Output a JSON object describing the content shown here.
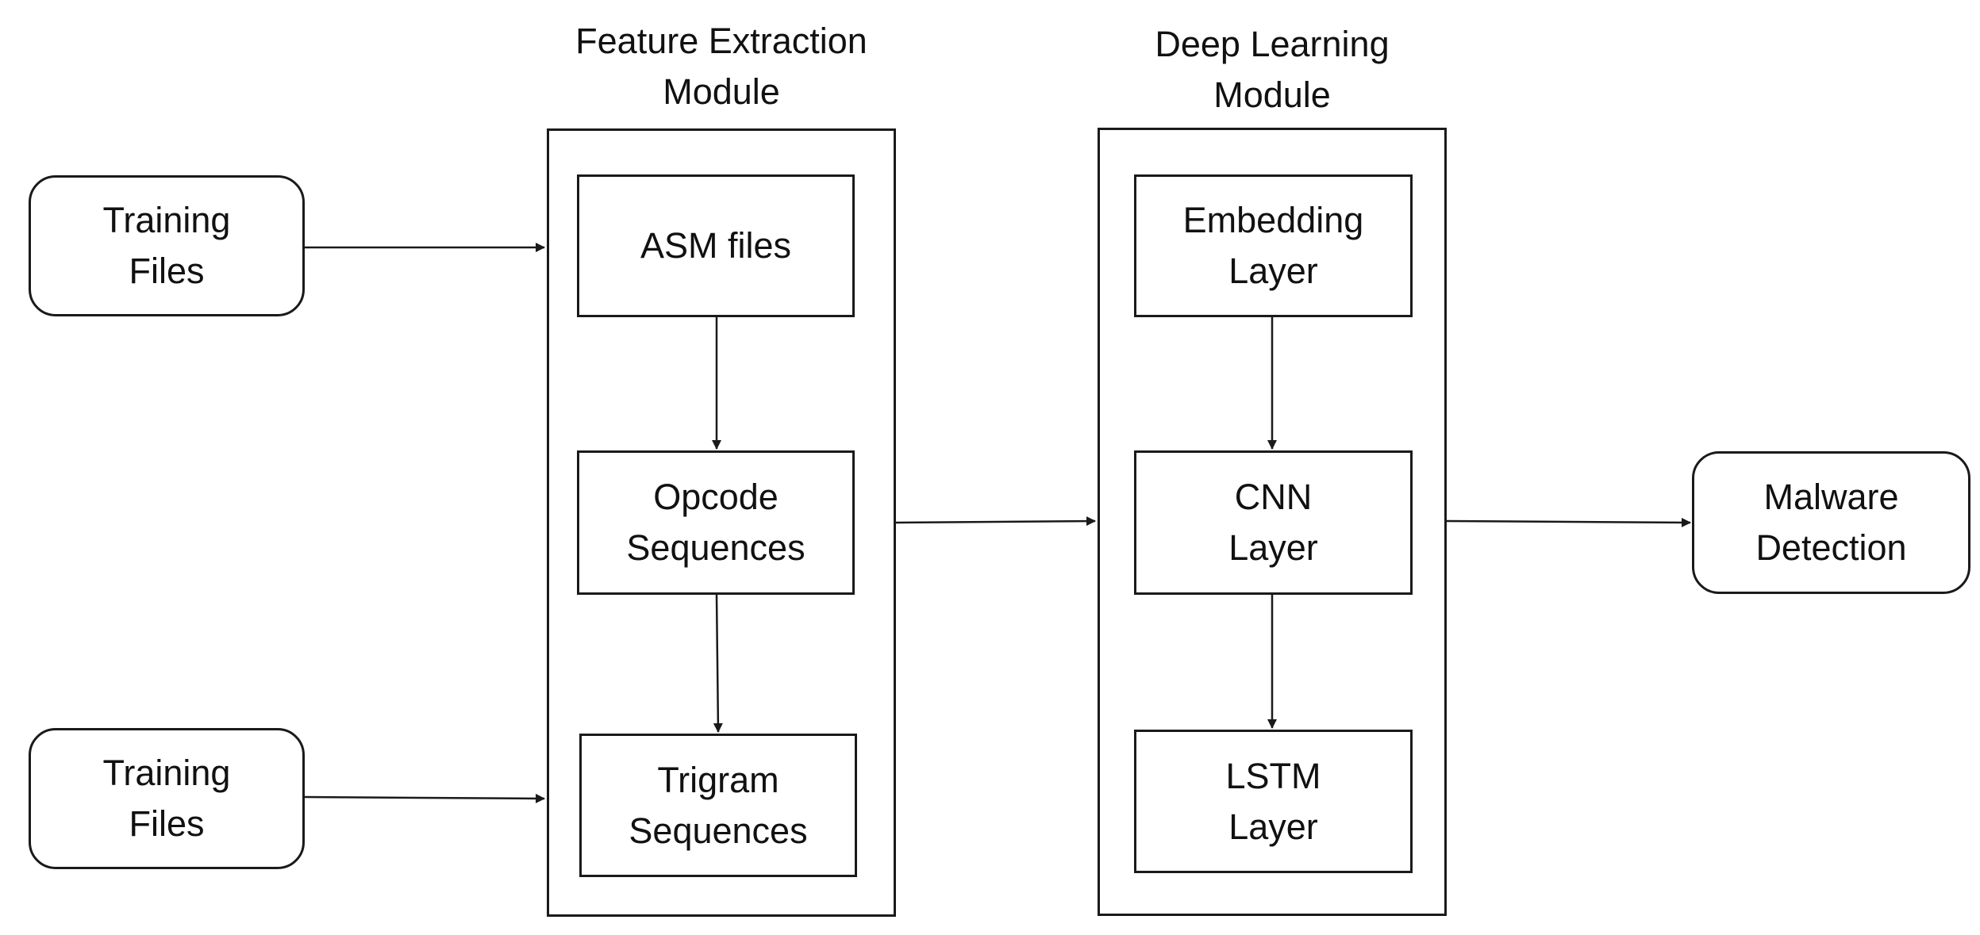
{
  "modules": {
    "feature_extraction": {
      "title": "Feature Extraction\nModule",
      "steps": [
        "ASM files",
        "Opcode\nSequences",
        "Trigram\nSequences"
      ]
    },
    "deep_learning": {
      "title": "Deep Learning\nModule",
      "steps": [
        "Embedding\nLayer",
        "CNN\nLayer",
        "LSTM\nLayer"
      ]
    }
  },
  "inputs": [
    "Training\nFiles",
    "Training\nFiles"
  ],
  "output": "Malware\nDetection",
  "colors": {
    "stroke": "#1a1a1a",
    "background": "#ffffff"
  }
}
